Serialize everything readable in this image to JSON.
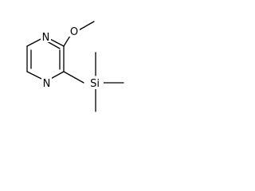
{
  "molecule": {
    "atoms": {
      "n_top": "N",
      "n_bottom": "N",
      "oxygen": "O",
      "silicon": "Si"
    }
  }
}
